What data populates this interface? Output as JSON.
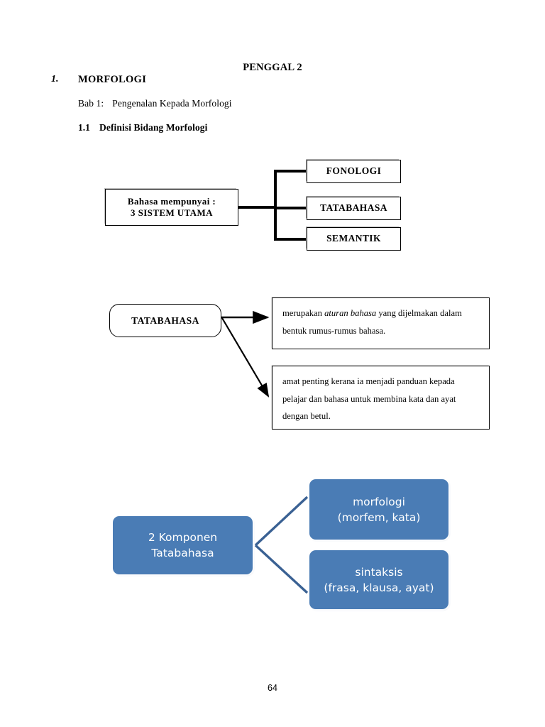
{
  "page": {
    "title": "PENGGAL 2",
    "number": "64"
  },
  "heading": {
    "section_number": "1.",
    "section_title": "MORFOLOGI",
    "bab_label": "Bab 1:",
    "bab_title": "Pengenalan Kepada Morfologi",
    "sub_number": "1.1",
    "sub_title": "Definisi Bidang Morfologi"
  },
  "diagram_systems": {
    "root_line1": "Bahasa mempunyai :",
    "root_line2": "3 SISTEM UTAMA",
    "branches": [
      {
        "label": "FONOLOGI"
      },
      {
        "label": "TATABAHASA"
      },
      {
        "label": "SEMANTIK"
      }
    ],
    "connector_color": "#000000"
  },
  "diagram_tatabahasa": {
    "node_label": "TATABAHASA",
    "definitions": [
      {
        "pre": "merupakan ",
        "emphasis": "aturan bahasa",
        "post": " yang dijelmakan dalam bentuk rumus-rumus bahasa."
      },
      {
        "pre": "amat penting kerana ia menjadi panduan kepada pelajar dan bahasa untuk membina kata dan ayat dengan betul.",
        "emphasis": "",
        "post": ""
      }
    ],
    "arrow_color": "#000000"
  },
  "diagram_komponen": {
    "root_line1": "2 Komponen",
    "root_line2": "Tatabahasa",
    "children": [
      {
        "line1": "morfologi",
        "line2": "(morfem, kata)"
      },
      {
        "line1": "sintaksis",
        "line2": "(frasa, klausa, ayat)"
      }
    ],
    "fill_color": "#4a7cb5",
    "line_color": "#3a6193",
    "text_color": "#ffffff"
  }
}
